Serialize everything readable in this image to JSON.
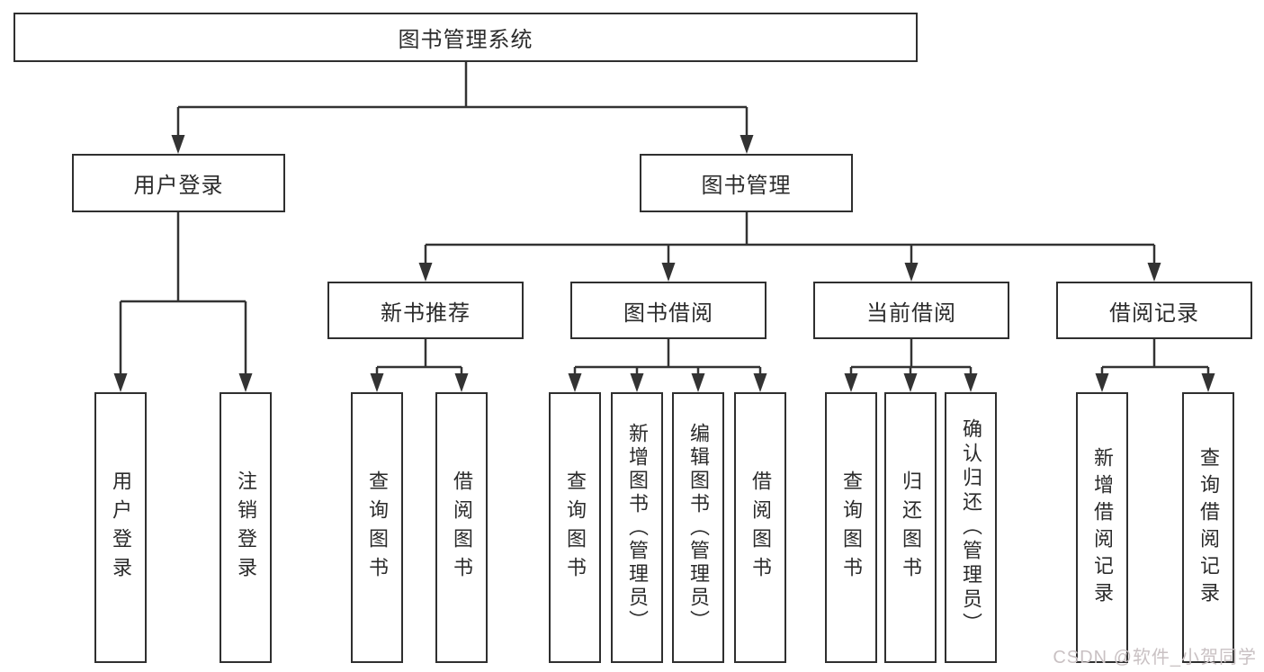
{
  "diagram": {
    "root": {
      "label": "图书管理系统"
    },
    "level2": [
      {
        "id": "user-login",
        "label": "用户登录"
      },
      {
        "id": "book-management",
        "label": "图书管理"
      }
    ],
    "level3": [
      {
        "id": "new-book-recommend",
        "label": "新书推荐"
      },
      {
        "id": "book-borrow",
        "label": "图书借阅"
      },
      {
        "id": "current-borrow",
        "label": "当前借阅"
      },
      {
        "id": "borrow-record",
        "label": "借阅记录"
      }
    ],
    "leaves": {
      "user_login": [
        {
          "label": "用户登录"
        },
        {
          "label": "注销登录"
        }
      ],
      "new_book_recommend": [
        {
          "label": "查询图书"
        },
        {
          "label": "借阅图书"
        }
      ],
      "book_borrow": [
        {
          "label": "查询图书"
        },
        {
          "label": "新增图书（管理员）"
        },
        {
          "label": "编辑图书（管理员）"
        },
        {
          "label": "借阅图书"
        }
      ],
      "current_borrow": [
        {
          "label": "查询图书"
        },
        {
          "label": "归还图书"
        },
        {
          "label": "确认归还（管理员）"
        }
      ],
      "borrow_record": [
        {
          "label": "新增借阅记录"
        },
        {
          "label": "查询借阅记录"
        }
      ]
    }
  },
  "watermark": {
    "text": "CSDN @软件_小贺同学"
  },
  "colors": {
    "line": "#333333",
    "box_border": "#2f2f2f",
    "text": "#2b2b2b",
    "background": "#ffffff",
    "watermark": "#c9c1c3"
  }
}
